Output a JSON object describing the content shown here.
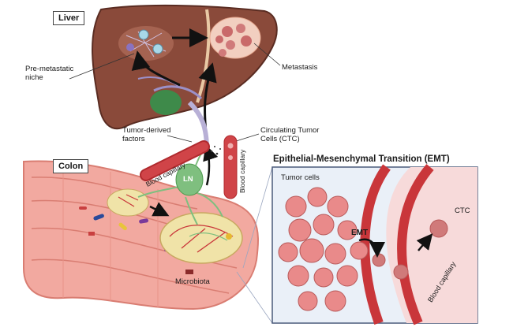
{
  "labels": {
    "liver": "Liver",
    "colon": "Colon",
    "pre_metastatic": "Pre-metastatic\nniche",
    "metastasis": "Metastasis",
    "tumor_derived": "Tumor-derived\nfactors",
    "ctc_full": "Circulating Tumor\nCells (CTC)",
    "blood_cap_1": "Blood capillary",
    "blood_cap_2": "Blood capillary",
    "blood_cap_3": "Blood capillary",
    "ln": "LN",
    "microbiota": "Microbiota",
    "emt_title": "Epithelial-Mesenchymal Transition (EMT)",
    "tumor_cells": "Tumor cells",
    "emt": "EMT",
    "ctc": "CTC"
  },
  "colors": {
    "liver": "#8a4a3a",
    "liver_edge": "#5a2c22",
    "colon": "#f2a9a0",
    "colon_dark": "#d97d72",
    "tumor": "#f0e3a8",
    "vessel": "#c9363a",
    "ln": "#7fbf7f",
    "cell": "#e98a8a",
    "panel_bg": "#eaf0f8"
  }
}
